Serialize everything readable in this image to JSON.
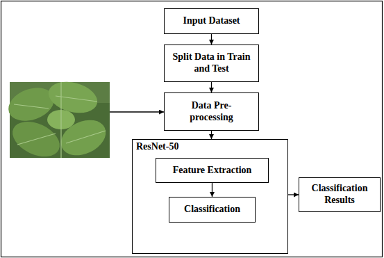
{
  "diagram": {
    "nodes": [
      {
        "text": [
          "Input Dataset"
        ]
      },
      {
        "text": [
          "Split Data in Train and Test"
        ]
      },
      {
        "text": [
          "Data Pre-processing"
        ]
      },
      {
        "text": [
          "ResNet-50"
        ]
      },
      {
        "text": [
          "Feature Extraction"
        ],
        "in": 3
      },
      {
        "text": [
          "Classification"
        ],
        "in": 3
      },
      {
        "text": [
          "Classification Results"
        ]
      }
    ],
    "edges": [
      {
        "from": 0,
        "to": 1,
        "arrow": "to"
      },
      {
        "from": 1,
        "to": 2,
        "arrow": "to"
      },
      {
        "from": 2,
        "to": 3,
        "arrow": "to"
      },
      {
        "from": 4,
        "to": 5,
        "arrow": "to"
      },
      {
        "from": 3,
        "to": 6,
        "arrow": "to"
      }
    ]
  }
}
